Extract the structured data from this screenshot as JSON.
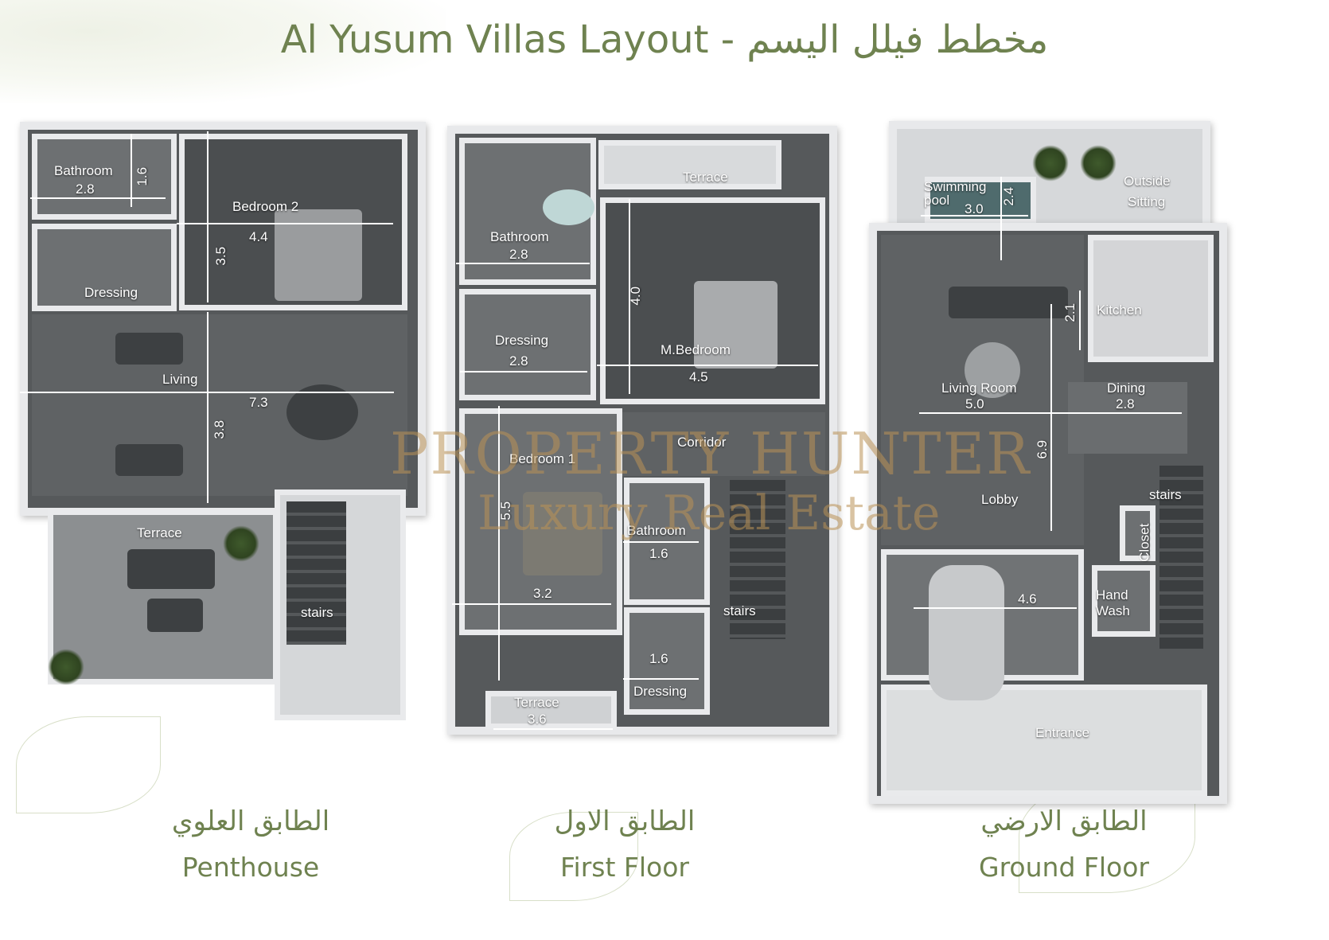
{
  "title": "Al Yusum Villas Layout - مخطط فيلل اليسم",
  "watermark": {
    "line1": "PROPERTY HUNTER",
    "line2": "Luxury Real Estate"
  },
  "penthouse": {
    "caption_ar": "الطابق العلوي",
    "caption_en": "Penthouse",
    "rooms": {
      "bathroom": "Bathroom",
      "bathroom_w": "2.8",
      "bathroom_h": "1.6",
      "bedroom2": "Bedroom 2",
      "bedroom2_w": "4.4",
      "bedroom2_h": "3.5",
      "dressing": "Dressing",
      "living": "Living",
      "living_w": "7.3",
      "living_h": "3.8",
      "terrace": "Terrace",
      "stairs": "stairs"
    }
  },
  "first_floor": {
    "caption_ar": "الطابق الاول",
    "caption_en": "First Floor",
    "rooms": {
      "terrace_top": "Terrace",
      "bathroom": "Bathroom",
      "bathroom_w": "2.8",
      "mbedroom": "M.Bedroom",
      "mbedroom_w": "4.5",
      "mbedroom_h": "4.0",
      "dressing": "Dressing",
      "dressing_w": "2.8",
      "corridor": "Corridor",
      "bedroom1": "Bedroom 1",
      "bedroom1_h": "5.5",
      "bedroom1_w": "3.2",
      "bathroom2": "Bathroom",
      "bathroom2_w": "1.6",
      "stairs": "stairs",
      "dressing2": "Dressing",
      "dressing2_w": "1.6",
      "terrace_bottom": "Terrace",
      "terrace_bottom_w": "3.6"
    }
  },
  "ground_floor": {
    "caption_ar": "الطابق الارضي",
    "caption_en": "Ground Floor",
    "rooms": {
      "pool_line1": "Swimming",
      "pool_line2": "pool",
      "pool_w": "3.0",
      "pool_h": "2.4",
      "outside_line1": "Outside",
      "outside_line2": "Sitting",
      "kitchen": "Kitchen",
      "kitchen_h": "2.1",
      "living_room": "Living Room",
      "living_room_w": "5.0",
      "dining": "Dining",
      "dining_w": "2.8",
      "lobby": "Lobby",
      "lobby_h": "6.9",
      "stairs": "stairs",
      "closet": "Closet",
      "handwash_line1": "Hand",
      "handwash_line2": "Wash",
      "garage_w": "4.6",
      "entrance": "Entrance"
    }
  }
}
